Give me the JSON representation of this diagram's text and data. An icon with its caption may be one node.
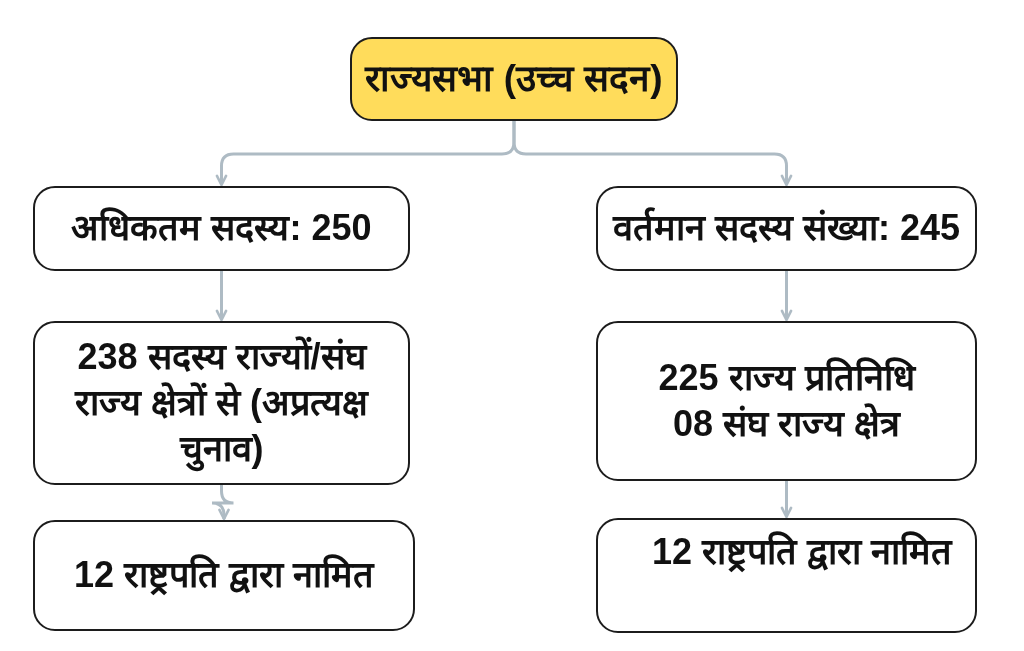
{
  "diagram": {
    "nodes": [
      {
        "text": [
          "राज्यसभा (उच्च सदन)"
        ]
      },
      {
        "text": [
          "अधिकतम सदस्य: 250"
        ]
      },
      {
        "text": [
          "वर्तमान सदस्य संख्या: 245"
        ]
      },
      {
        "text": [
          "238 सदस्य राज्यों/संघ राज्य क्षेत्रों से (अप्रत्यक्ष चुनाव)"
        ]
      },
      {
        "text": [
          "225 राज्य प्रतिनिधि",
          "08 संघ राज्य क्षेत्र"
        ]
      },
      {
        "text": [
          "12 राष्ट्रपति द्वारा नामित"
        ]
      },
      {
        "text": [
          "12 राष्ट्रपति द्वारा नामित"
        ]
      }
    ],
    "edges": [
      {
        "from": 0,
        "to": 1,
        "arrow": "to"
      },
      {
        "from": 0,
        "to": 2,
        "arrow": "to"
      },
      {
        "from": 1,
        "to": 3,
        "arrow": "to"
      },
      {
        "from": 2,
        "to": 4,
        "arrow": "to"
      },
      {
        "from": 3,
        "to": 5,
        "arrow": "to"
      },
      {
        "from": 4,
        "to": 6,
        "arrow": "to"
      }
    ]
  }
}
